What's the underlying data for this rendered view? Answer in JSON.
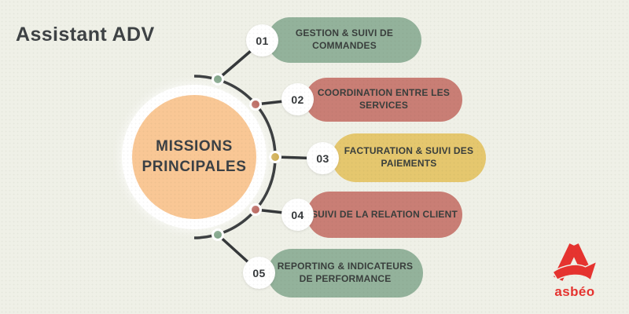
{
  "canvas": {
    "background": "#eff0e7"
  },
  "header": {
    "title": "Assistant ADV",
    "color": "#3e4245"
  },
  "center": {
    "lines": [
      "MISSIONS",
      "PRINCIPALES"
    ],
    "fill": "#f9c795",
    "ring_color": "#ffffff",
    "text_color": "#3b4045"
  },
  "connector": {
    "color": "#35383a"
  },
  "missions": [
    {
      "number": "01",
      "label": "GESTION & SUIVI DE COMMANDES",
      "pill_color": "#93b29b",
      "dot_color": "#84a78c"
    },
    {
      "number": "02",
      "label": "COORDINATION ENTRE LES SERVICES",
      "pill_color": "#c97e75",
      "dot_color": "#bd6d65"
    },
    {
      "number": "03",
      "label": "FACTURATION & SUIVI DES PAIEMENTS",
      "pill_color": "#e5c76e",
      "dot_color": "#d3b259"
    },
    {
      "number": "04",
      "label": "SUIVI DE LA RELATION CLIENT",
      "pill_color": "#c97e75",
      "dot_color": "#bd6d65"
    },
    {
      "number": "05",
      "label": "REPORTING & INDICATEURS DE PERFORMANCE",
      "pill_color": "#93b29b",
      "dot_color": "#84a78c"
    }
  ],
  "logo": {
    "name": "asbéo",
    "color": "#e6332f"
  }
}
